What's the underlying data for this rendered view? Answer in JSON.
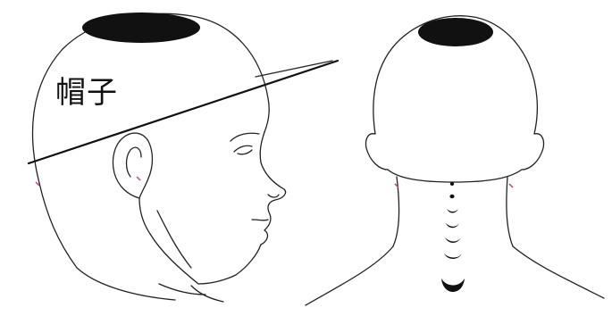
{
  "hat_label": "帽子",
  "colors": {
    "ink": "#222222",
    "patch": "#111111",
    "tick": "#c0408a",
    "background": "#ffffff"
  },
  "icons": {
    "crown_patch_side": "filled-ellipse",
    "crown_patch_back": "filled-ellipse",
    "hat_brim": "line-wedge"
  }
}
